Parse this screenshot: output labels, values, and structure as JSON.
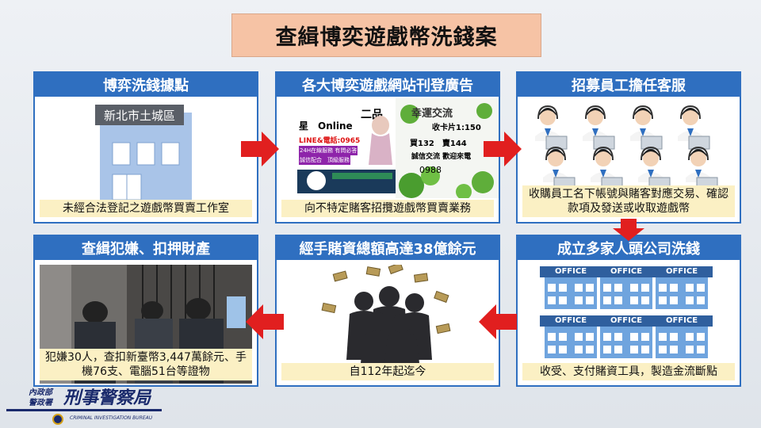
{
  "title": "查緝博奕遊戲幣洗錢案",
  "colors": {
    "panel_blue": "#2f6fc0",
    "caption_bg": "#fbf0c4",
    "title_bg": "#f6c3a5",
    "arrow_red": "#e11f1f"
  },
  "panels": {
    "p1": {
      "heading": "博弈洗錢據點",
      "sign": "新北市土城區",
      "caption": "未經合法登記之遊戲幣買賣工作室"
    },
    "p2": {
      "heading": "各大博奕遊戲網站刊登廣告",
      "ad1": {
        "line1": "二品",
        "line2": "星　Online",
        "line3": "LINE&電話:0965",
        "line4": "24H在線服務 有問必答",
        "line5": "誠信配合　頂級服務"
      },
      "ad2": {
        "line1": "幸運交流",
        "line2": "收卡片1:150",
        "line3": "買132　賣144",
        "line4": "誠信交流 歡迎來電",
        "line5": "0988"
      },
      "caption": "向不特定賭客招攬遊戲幣買賣業務"
    },
    "p3": {
      "heading": "招募員工擔任客服",
      "caption": "收購員工名下帳號與賭客對應交易、確認款項及發送或收取遊戲幣"
    },
    "p4": {
      "heading": "查緝犯嫌、扣押財產",
      "caption": "犯嫌30人，查扣新臺幣3,447萬餘元、手機76支、電腦51台等證物"
    },
    "p5": {
      "heading": "經手賭資總額高達38億餘元",
      "caption": "自112年起迄今"
    },
    "p6": {
      "heading": "成立多家人頭公司洗錢",
      "office_label": "OFFICE",
      "caption": "收受、支付賭資工具，製造金流斷點"
    }
  },
  "logo": {
    "dept_line1": "內政部",
    "dept_line2": "警政署",
    "name": "刑事警察局",
    "english": "CRIMINAL INVESTIGATION BUREAU"
  }
}
